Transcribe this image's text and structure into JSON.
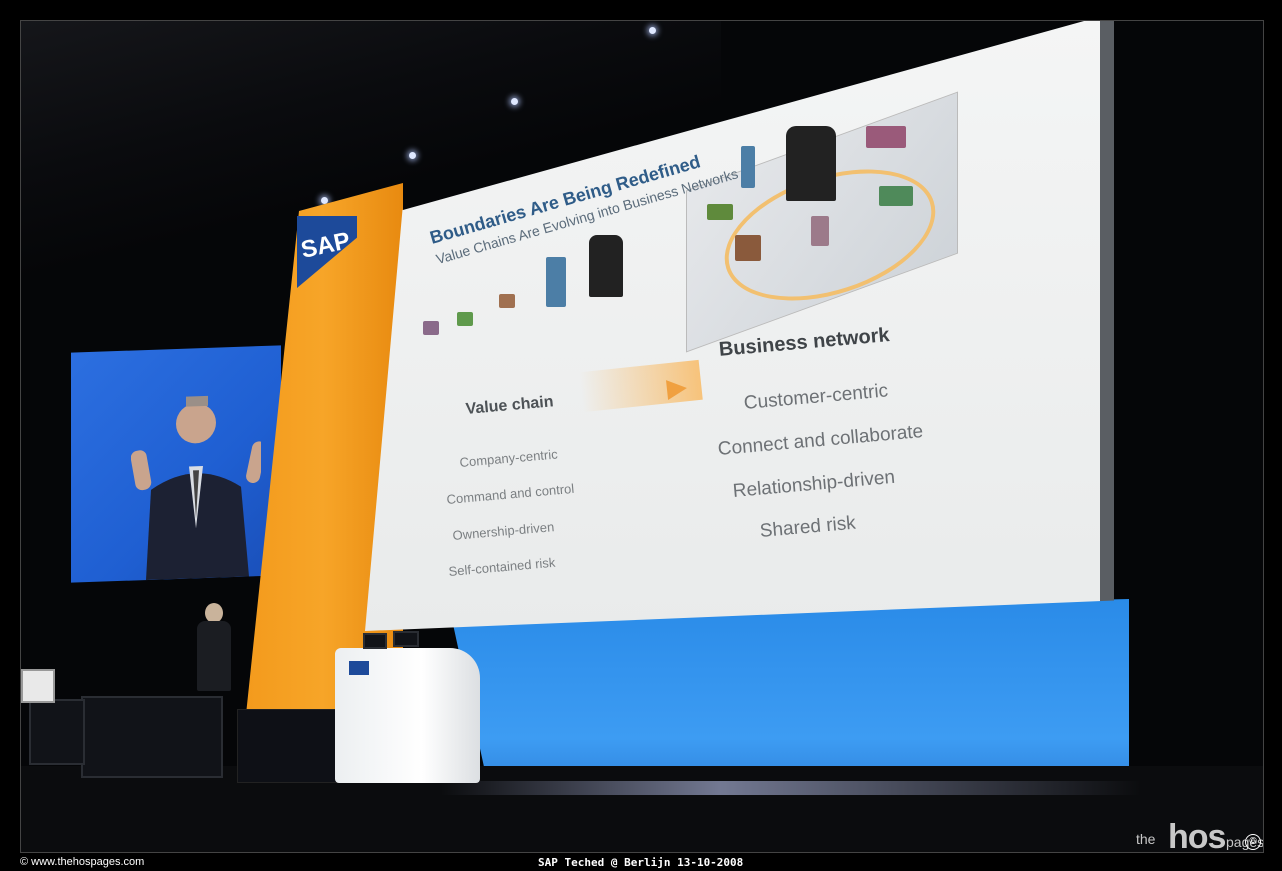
{
  "slide": {
    "title": "Boundaries Are Being Redefined",
    "subtitle": "Value Chains Are Evolving into Business Networks",
    "left_heading": "Value chain",
    "left_items": [
      "Company-centric",
      "Command and control",
      "Ownership-driven",
      "Self-contained risk"
    ],
    "right_heading": "Business network",
    "right_items": [
      "Customer-centric",
      "Connect and collaborate",
      "Relationship-driven",
      "Shared risk"
    ]
  },
  "branding": {
    "pillar_logo": "SAP",
    "pillar_color": "#f39a1c",
    "logo_color": "#1d4a9a"
  },
  "watermark": {
    "site": "© www.thehospages.com",
    "caption": "SAP Teched @ Berlijn 13-10-2008",
    "logo_the": "the",
    "logo_hos": "hos",
    "logo_pages": "pages",
    "copyright": "©"
  }
}
